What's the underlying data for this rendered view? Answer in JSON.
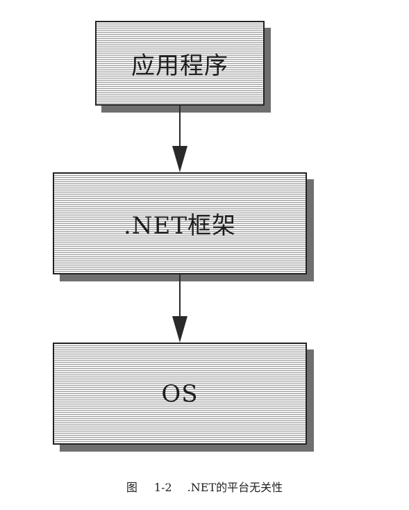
{
  "diagram": {
    "nodes": [
      {
        "id": "application",
        "label": "应用程序"
      },
      {
        "id": "dotnet-framework",
        "label": ".NET框架"
      },
      {
        "id": "os",
        "label": "OS"
      }
    ],
    "edges": [
      {
        "from": "application",
        "to": "dotnet-framework"
      },
      {
        "from": "dotnet-framework",
        "to": "os"
      }
    ]
  },
  "caption": {
    "prefix": "图",
    "number": "1-2",
    "text": ".NET的平台无关性"
  }
}
